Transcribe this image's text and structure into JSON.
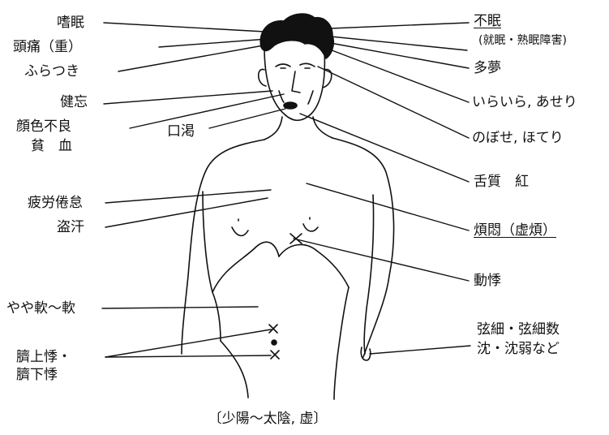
{
  "diagram": {
    "ink_color": "#111111",
    "left_labels": {
      "shimin": "嗜眠",
      "zutsu": "頭痛（重）",
      "furatsuki": "ふらつき",
      "kenbo": "健忘",
      "ganshoku_furyo": "顔色不良",
      "hinketsu": "貧　血",
      "kuchi_katsu": "口渇",
      "hirou_kentai": "疲労倦怠",
      "tokan": "盗汗",
      "yaya_nan": "やや軟～軟",
      "saijo_ki": "臍上悸・",
      "saika_ki": "臍下悸"
    },
    "right_labels": {
      "fumin": "不眠",
      "fumin_detail": "(就眠・熟眠障害)",
      "tamu": "多夢",
      "irairai": "いらいら, あせり",
      "nobose": "のぼせ, ほてり",
      "zesshitsu": "舌質　紅",
      "hanmon": "煩悶（虚煩）",
      "doki": "動悸",
      "myaku_1": "弦細・弦細数",
      "myaku_2": "沈・沈弱など"
    },
    "caption": "〔少陽～太陰, 虚〕"
  }
}
